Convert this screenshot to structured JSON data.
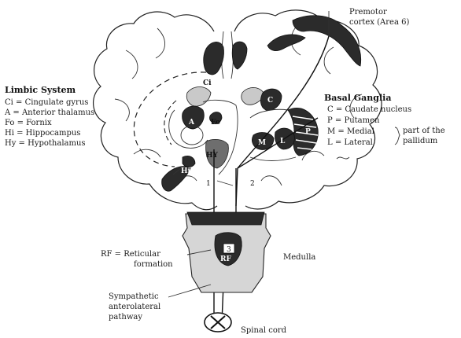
{
  "labels": {
    "premotor": [
      "Premotor",
      "cortex (Area 6)"
    ],
    "limbic_title": "Limbic System",
    "limbic_items": [
      "Ci = Cingulate gyrus",
      "A = Anterior thalamus",
      "Fo = Fornix",
      "Hi = Hippocampus",
      "Hy = Hypothalamus"
    ],
    "basal_title": "Basal Ganglia",
    "basal_items": [
      "C = Caudate nucleus",
      "P = Putamen",
      "M = Medial",
      "L = Lateral"
    ],
    "pallidum_note": [
      "part of the",
      "pallidum"
    ],
    "rf": [
      "RF = Reticular",
      "formation"
    ],
    "medulla": "Medulla",
    "sympathetic": [
      "Sympathetic",
      "anterolateral",
      "pathway"
    ],
    "spinal_cord": "Spinal cord"
  },
  "region_tags": {
    "ci": "Ci",
    "a": "A",
    "fo": "Fo",
    "hy": "HY",
    "hi": "Hi",
    "c": "C",
    "p": "P",
    "m": "M",
    "l": "L",
    "rf": "RF"
  },
  "pathway_numbers": [
    "1",
    "2",
    "3"
  ]
}
